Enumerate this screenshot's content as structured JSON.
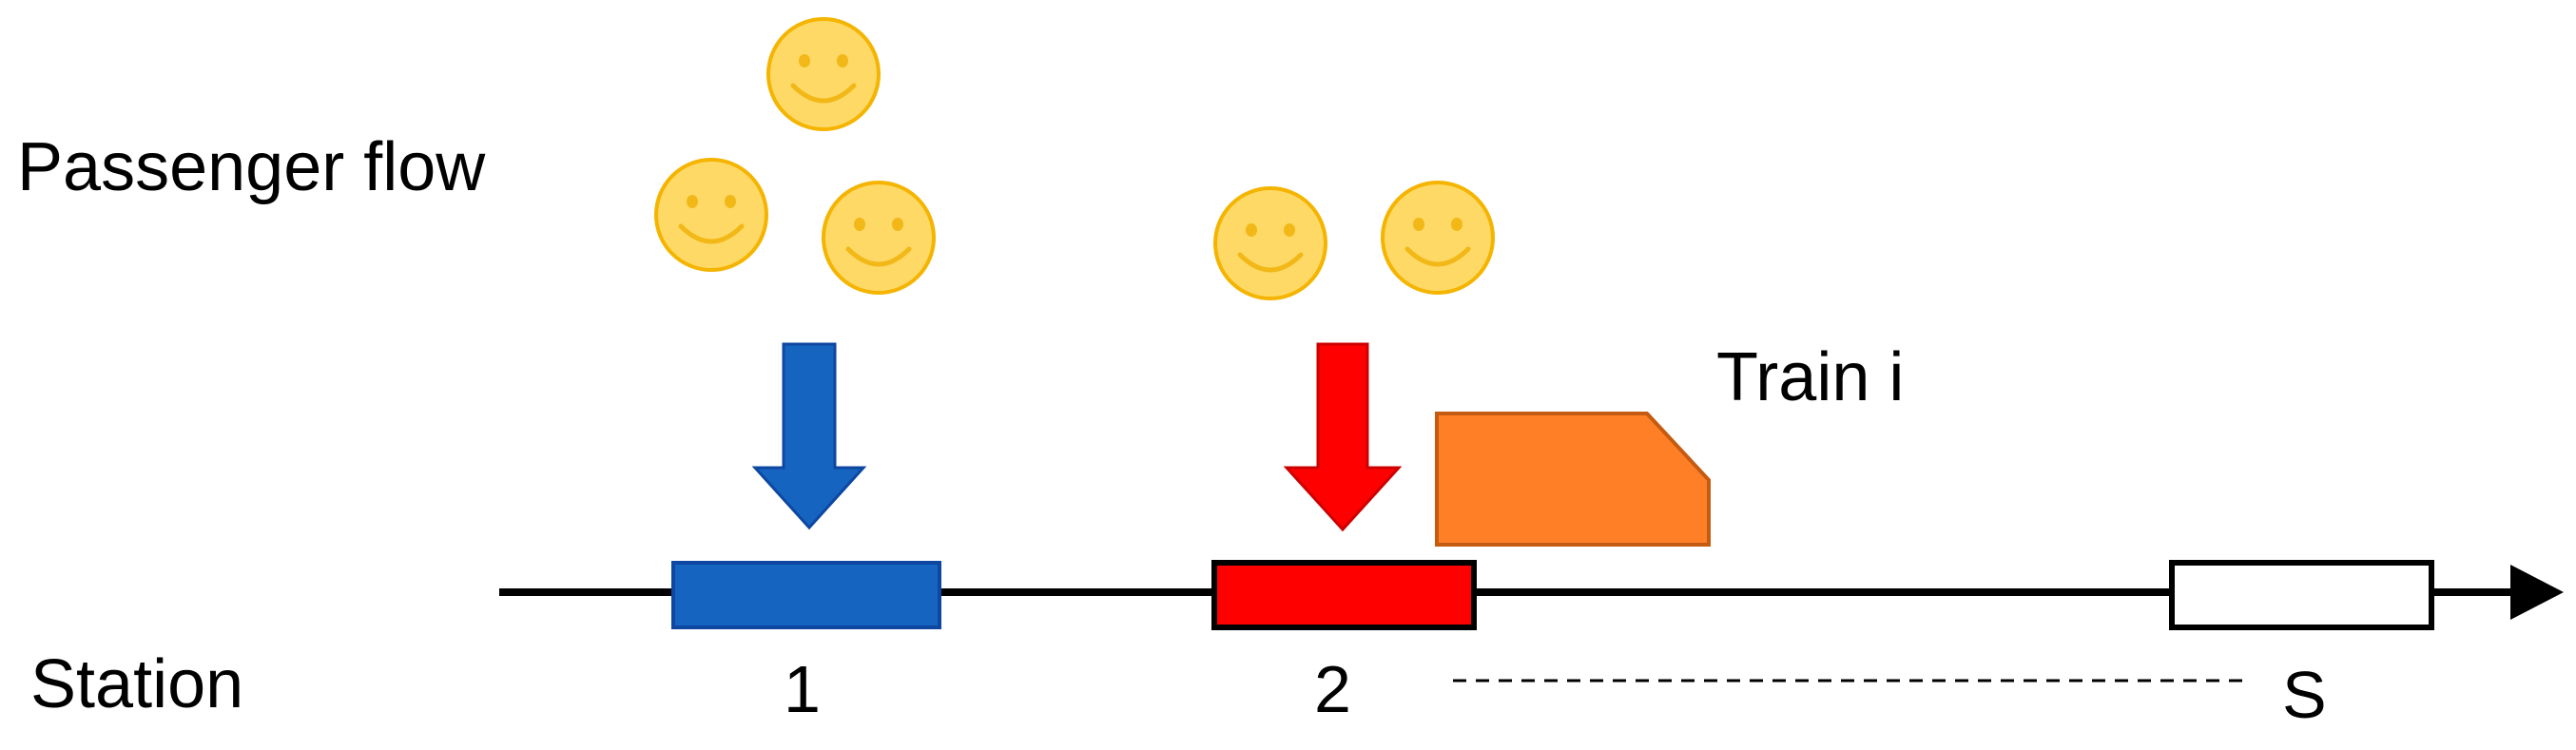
{
  "labels": {
    "passenger_flow": "Passenger flow",
    "train": "Train i",
    "station": "Station",
    "stations": [
      "1",
      "2",
      "S"
    ]
  },
  "colors": {
    "station_1": "#1565c0",
    "station_2": "#ff0000",
    "station_s": "#ffffff",
    "arrow_1": "#1565c0",
    "arrow_2": "#ff0000",
    "train": "#ff7f27",
    "train_border": "#c55a11",
    "passenger_face": "#ffd966",
    "passenger_border": "#f4b400",
    "track": "#000000"
  },
  "icons": {
    "passenger": "smiley-face-icon",
    "train": "train-shape-icon"
  }
}
